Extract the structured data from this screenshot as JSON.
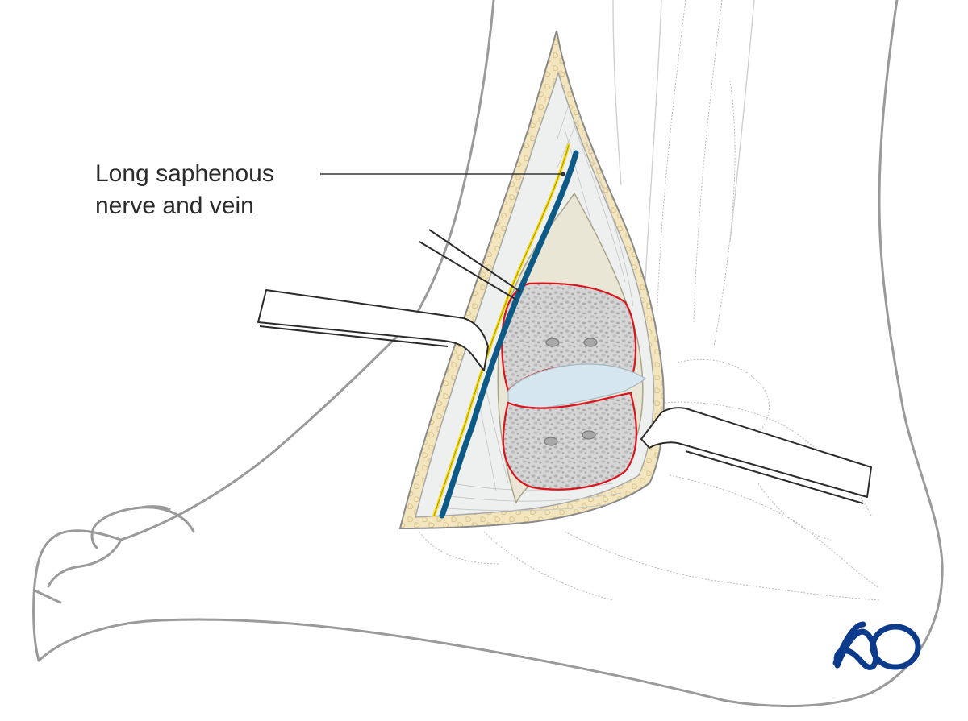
{
  "annotation": {
    "line1": "Long saphenous",
    "line2": "nerve and vein"
  },
  "logo": {
    "text": "AO",
    "color": "#0d3b8c"
  },
  "colors": {
    "outline": "#9a9a9a",
    "osteotomy": "#d9141e",
    "nerve": "#f2d600",
    "vein": "#0d5a86",
    "fat": "#f3e6bf",
    "bone_tan": "#e8e4d2",
    "cancellous": "#c8c8c8",
    "cartilage": "#d6e6ee"
  }
}
